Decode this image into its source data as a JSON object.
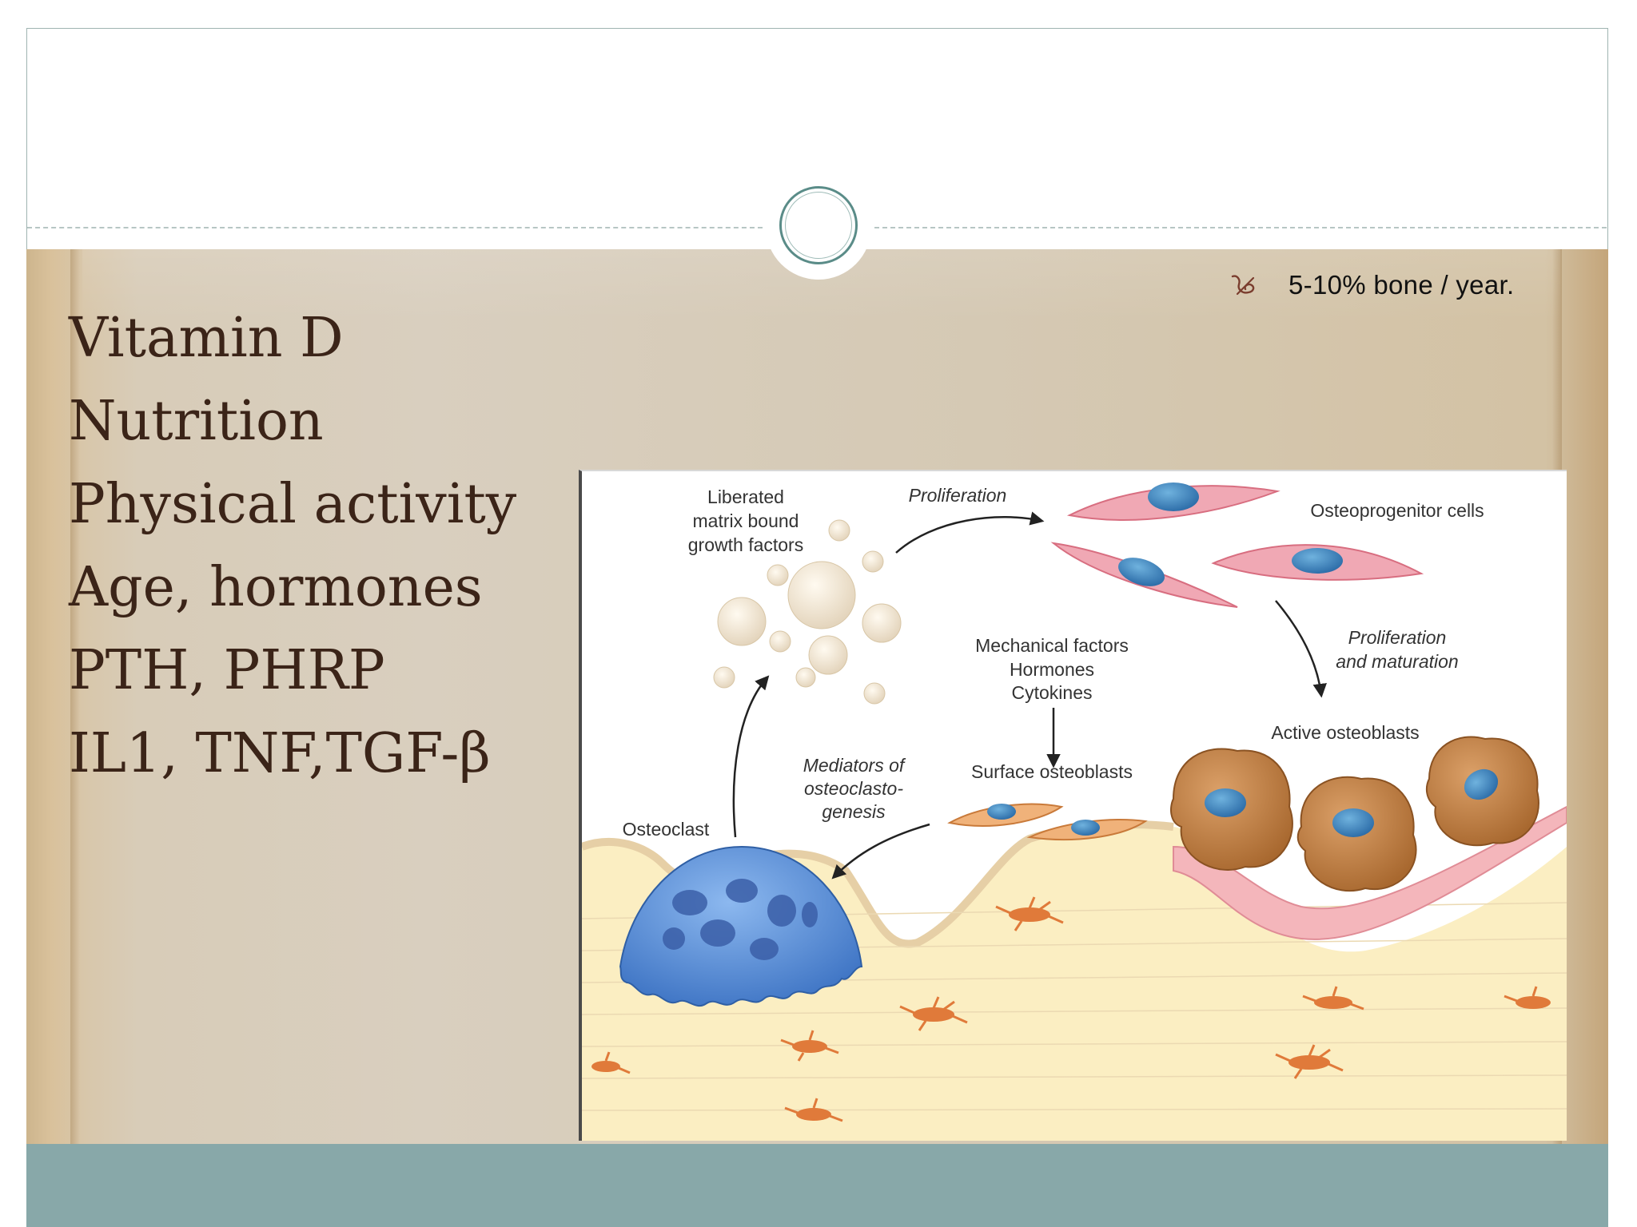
{
  "slide": {
    "bullet_text": "5-10% bone / year.",
    "left_items": [
      "Vitamin D",
      "Nutrition",
      "Physical activity",
      "Age, hormones",
      "PTH, PHRP",
      "IL1, TNF,TGF-β"
    ],
    "bullet_icon": "leaf-bullet-icon"
  },
  "diagram": {
    "labels": {
      "liberated_1": "Liberated",
      "liberated_2": "matrix bound",
      "liberated_3": "growth factors",
      "proliferation": "Proliferation",
      "osteoprogenitor": "Osteoprogenitor cells",
      "prolif_mat_1": "Proliferation",
      "prolif_mat_2": "and maturation",
      "factors_1": "Mechanical factors",
      "factors_2": "Hormones",
      "factors_3": "Cytokines",
      "active_osteoblasts": "Active osteoblasts",
      "surface_osteoblasts": "Surface osteoblasts",
      "mediators_1": "Mediators of",
      "mediators_2": "osteoclasto-",
      "mediators_3": "genesis",
      "osteoclast": "Osteoclast"
    }
  },
  "colors": {
    "text_dark": "#3b2418",
    "bottom_band": "#88a8a9",
    "ring": "#5a8c88",
    "osteoclast_blue": "#5a8fd8",
    "progenitor_pink": "#f0a8b4",
    "osteoblast_brown": "#c98a4a",
    "nucleus_blue": "#3f7fc0",
    "bone": "#fbeec2"
  }
}
